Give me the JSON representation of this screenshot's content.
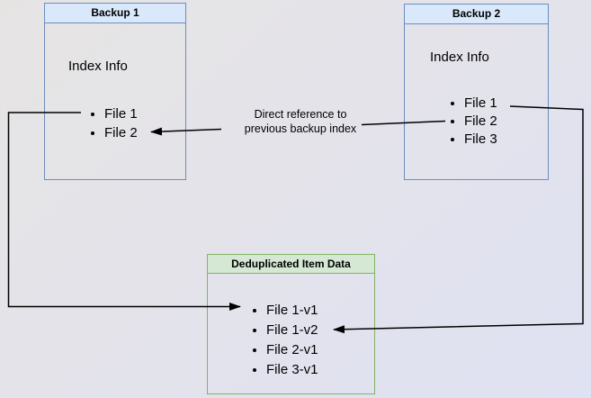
{
  "backup1": {
    "title": "Backup 1",
    "index_label": "Index Info",
    "files": [
      "File 1",
      "File 2"
    ]
  },
  "backup2": {
    "title": "Backup 2",
    "index_label": "Index Info",
    "files": [
      "File 1",
      "File 2",
      "File 3"
    ]
  },
  "dedup": {
    "title": "Deduplicated Item Data",
    "files": [
      "File 1-v1",
      "File 1-v2",
      "File 2-v1",
      "File 3-v1"
    ]
  },
  "annotation": {
    "line1": "Direct reference to",
    "line2": "previous backup index"
  },
  "colors": {
    "blue_fill": "#dae8fc",
    "blue_border": "#6c8ebf",
    "green_fill": "#d5e8d4",
    "green_border": "#82b366",
    "arrow": "#000000"
  }
}
